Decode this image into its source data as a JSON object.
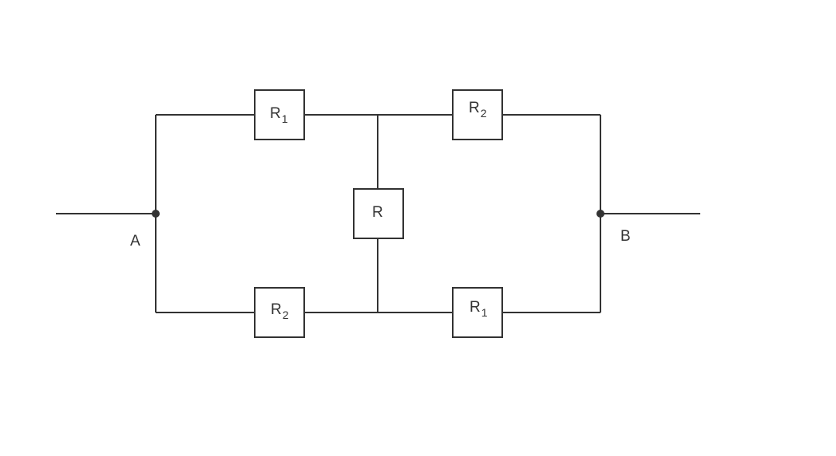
{
  "nodes": {
    "a": {
      "label": "A"
    },
    "b": {
      "label": "B"
    }
  },
  "resistors": {
    "top_left": {
      "main": "R",
      "sub": "1"
    },
    "top_right": {
      "main": "R",
      "sub": "2"
    },
    "middle": {
      "main": "R",
      "sub": ""
    },
    "bottom_left": {
      "main": "R",
      "sub": "2"
    },
    "bottom_right": {
      "main": "R",
      "sub": "1"
    }
  },
  "colors": {
    "wire": "#333333",
    "background": "#ffffff"
  }
}
